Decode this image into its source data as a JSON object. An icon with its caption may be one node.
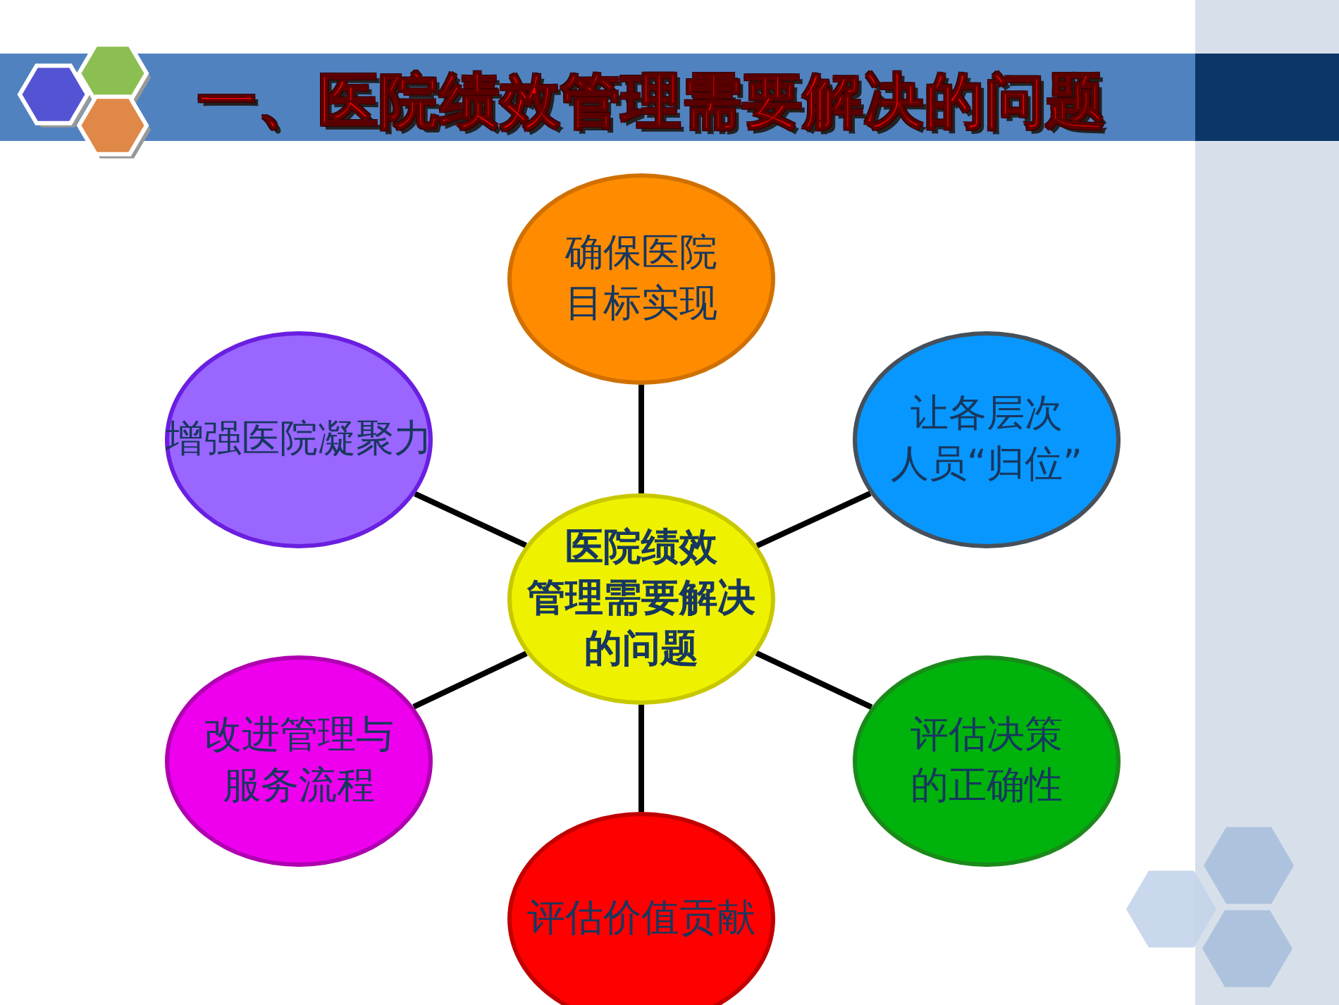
{
  "diagram": {
    "title": "一、医院绩效管理需要解决的问题",
    "nodes": [
      {
        "text": [
          "医院绩效管理需要解决的问题"
        ]
      },
      {
        "text": [
          "确保医院目标实现"
        ]
      },
      {
        "text": [
          "让各层次人员“归位”"
        ]
      },
      {
        "text": [
          "评估决策的正确性"
        ]
      },
      {
        "text": [
          "评估价值贡献"
        ]
      },
      {
        "text": [
          "改进管理与服务流程"
        ]
      },
      {
        "text": [
          "增强医院凝聚力"
        ]
      }
    ],
    "edges": [
      {
        "from": 0,
        "to": 1,
        "arrow": "none"
      },
      {
        "from": 0,
        "to": 2,
        "arrow": "none"
      },
      {
        "from": 0,
        "to": 3,
        "arrow": "none"
      },
      {
        "from": 0,
        "to": 4,
        "arrow": "none"
      },
      {
        "from": 0,
        "to": 5,
        "arrow": "none"
      },
      {
        "from": 0,
        "to": 6,
        "arrow": "none"
      }
    ]
  }
}
